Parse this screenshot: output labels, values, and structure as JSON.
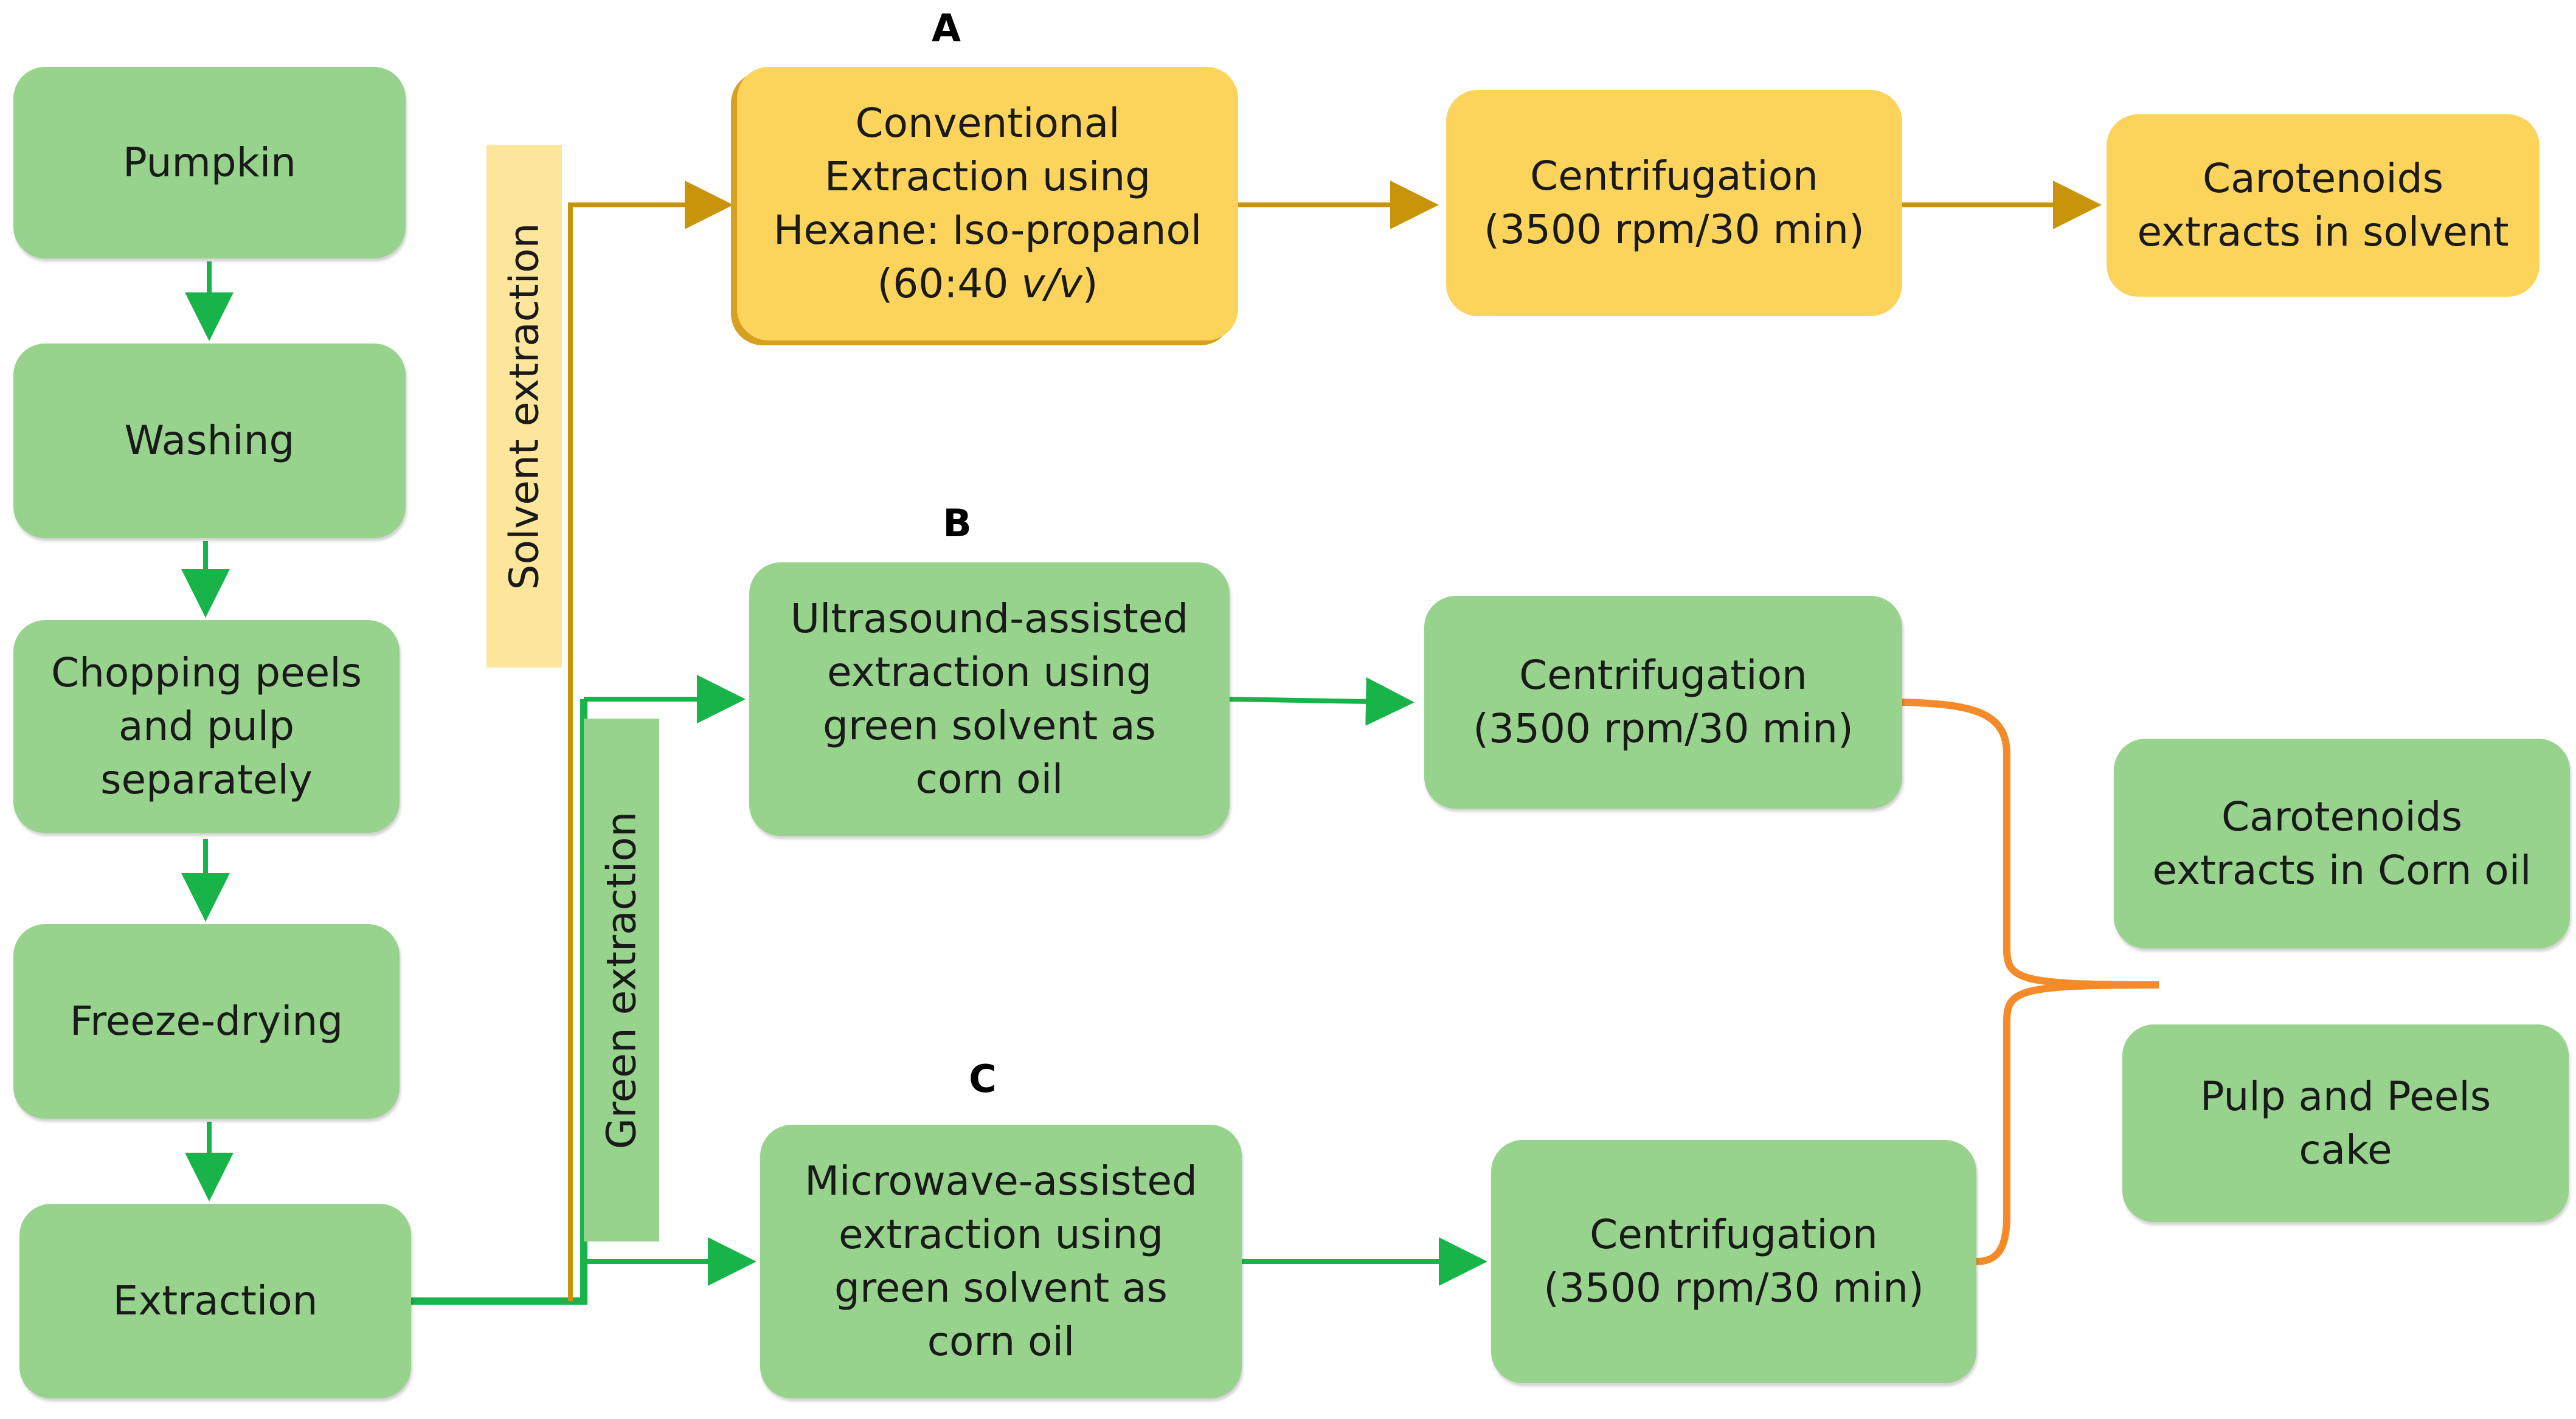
{
  "colors": {
    "green_box": "#97d38c",
    "yellow_box": "#fcd45c",
    "solvent_band": "#fde59c",
    "green_band": "#97d38c",
    "green_arrow": "#18b44a",
    "gold_arrow": "#c8940a",
    "orange_brace": "#f58a28"
  },
  "main_flow": {
    "pumpkin": "Pumpkin",
    "washing": "Washing",
    "chopping": [
      "Chopping peels",
      "and pulp",
      "separately"
    ],
    "freeze_drying": "Freeze-drying",
    "extraction": "Extraction"
  },
  "bands": {
    "solvent": "Solvent extraction",
    "green": "Green extraction"
  },
  "route_a": {
    "label": "A",
    "extraction": {
      "l1": "Conventional",
      "l2": "Extraction using",
      "l3": "Hexane: Iso-propanol",
      "l4_pre": "(60:40 ",
      "l4_italic": "v/v",
      "l4_post": ")"
    },
    "centrifugation": [
      "Centrifugation",
      "(3500 rpm/30 min)"
    ],
    "result": [
      "Carotenoids",
      "extracts in solvent"
    ]
  },
  "route_b": {
    "label": "B",
    "extraction": [
      "Ultrasound-assisted",
      "extraction using",
      "green solvent as",
      "corn oil"
    ],
    "centrifugation": [
      "Centrifugation",
      "(3500 rpm/30 min)"
    ]
  },
  "route_c": {
    "label": "C",
    "extraction": [
      "Microwave-assisted",
      "extraction using",
      "green solvent as",
      "corn oil"
    ],
    "centrifugation": [
      "Centrifugation",
      "(3500 rpm/30 min)"
    ]
  },
  "outputs": {
    "corn_oil": [
      "Carotenoids",
      "extracts in Corn oil"
    ],
    "cake": [
      "Pulp and Peels",
      "cake"
    ]
  }
}
